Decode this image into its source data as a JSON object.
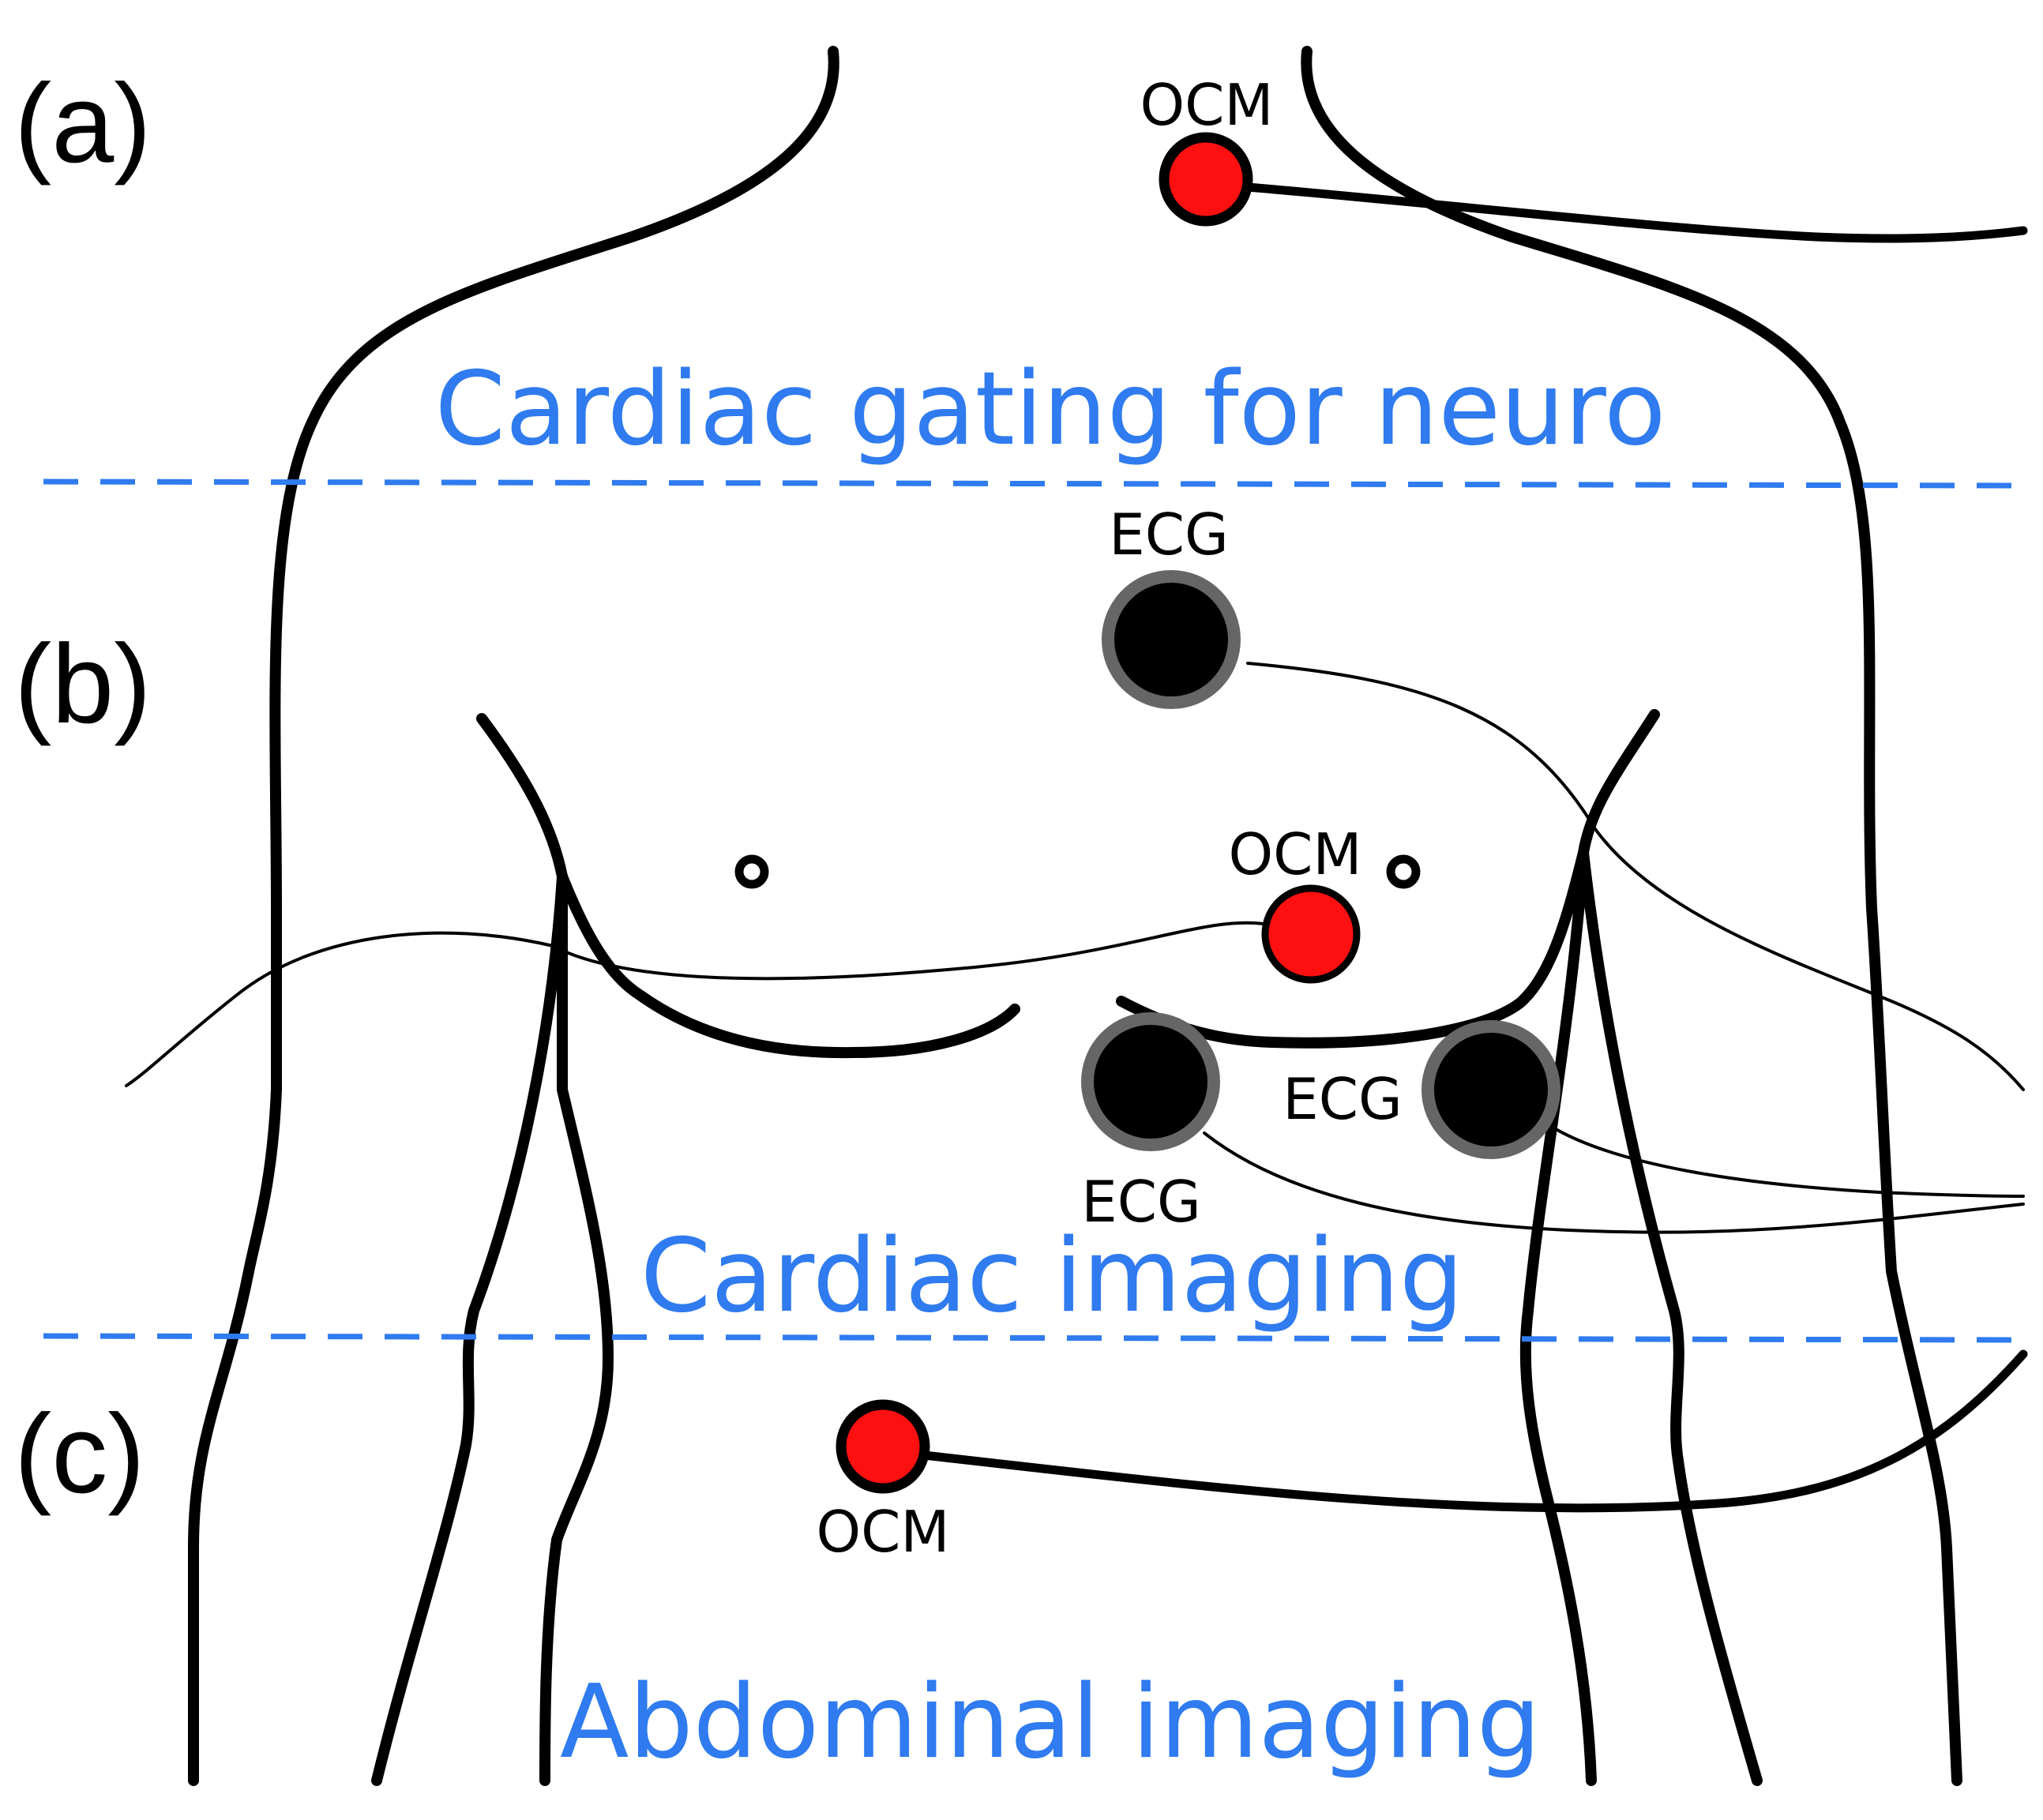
{
  "panels": {
    "a": "(a)",
    "b": "(b)",
    "c": "(c)"
  },
  "regions": {
    "neuro": "Cardiac gating for neuro",
    "cardiac": "Cardiac imaging",
    "abdominal": "Abdominal imaging"
  },
  "sensors": {
    "ocm_neck": "OCM",
    "ocm_chest": "OCM",
    "ocm_abdomen": "OCM",
    "ecg_upper": "ECG",
    "ecg_lower_left": "ECG",
    "ecg_lower_right": "ECG"
  },
  "colors": {
    "region_text": "#2f7bef",
    "divider": "#2f7bef",
    "ocm_fill": "#ff1010",
    "ecg_fill": "#000000",
    "ecg_ring": "#666666",
    "outline": "#000000"
  }
}
